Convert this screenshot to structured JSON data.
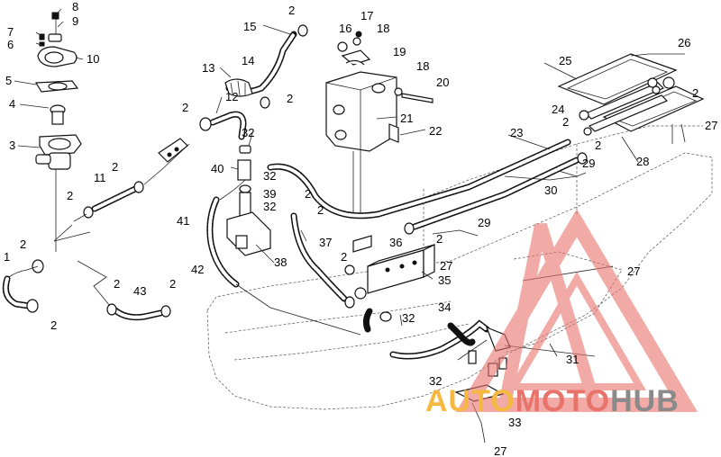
{
  "diagram": {
    "callouts": [
      "8",
      "9",
      "7",
      "6",
      "10",
      "5",
      "4",
      "3",
      "1",
      "2",
      "2",
      "2",
      "11",
      "2",
      "2",
      "43",
      "2",
      "2",
      "12",
      "13",
      "14",
      "15",
      "2",
      "2",
      "16",
      "17",
      "18",
      "19",
      "18",
      "20",
      "21",
      "22",
      "32",
      "40",
      "32",
      "39",
      "32",
      "41",
      "42",
      "38",
      "37",
      "36",
      "27",
      "35",
      "2",
      "2",
      "23",
      "24",
      "2",
      "25",
      "26",
      "2",
      "27",
      "28",
      "29",
      "29",
      "30",
      "34",
      "32",
      "32",
      "33",
      "27",
      "31",
      "27",
      "2",
      "2",
      "2"
    ]
  },
  "watermark": {
    "part1": "AUTO",
    "part2": "MOTO",
    "part3": "HUB",
    "color_auto": "#f5b942",
    "color_moto": "#e8736b",
    "color_hub": "#8a8a8a",
    "triangle_color": "#e8736b"
  }
}
